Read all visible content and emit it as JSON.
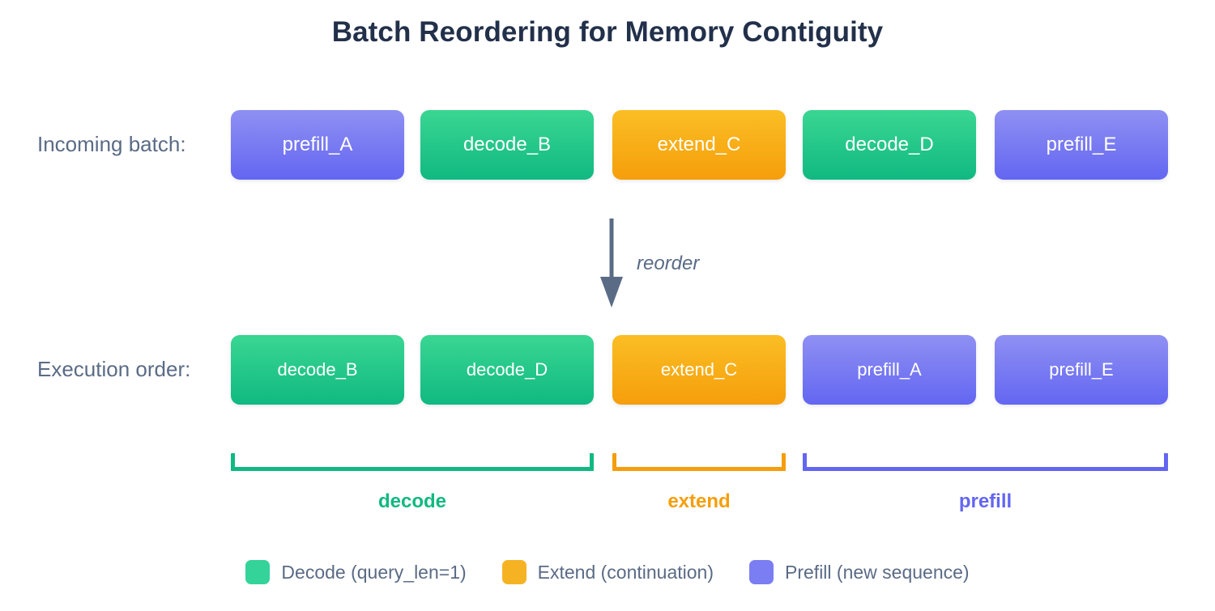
{
  "title": "Batch Reordering for Memory Contiguity",
  "colors": {
    "decode": "#10b981",
    "decode_light": "#3ad693",
    "extend": "#f59e0b",
    "extend_light": "#fbbe24",
    "prefill": "#6366f1",
    "prefill_light": "#8f90f3",
    "label_text": "#5a6b86",
    "title_text": "#22304a",
    "arrow": "#5a6b86",
    "background": "#ffffff"
  },
  "rows": {
    "incoming": {
      "label": "Incoming batch:",
      "boxes": [
        {
          "text": "prefill_A",
          "kind": "prefill"
        },
        {
          "text": "decode_B",
          "kind": "decode"
        },
        {
          "text": "extend_C",
          "kind": "extend"
        },
        {
          "text": "decode_D",
          "kind": "decode"
        },
        {
          "text": "prefill_E",
          "kind": "prefill"
        }
      ]
    },
    "execution": {
      "label": "Execution order:",
      "boxes": [
        {
          "text": "decode_B",
          "kind": "decode"
        },
        {
          "text": "decode_D",
          "kind": "decode"
        },
        {
          "text": "extend_C",
          "kind": "extend"
        },
        {
          "text": "prefill_A",
          "kind": "prefill"
        },
        {
          "text": "prefill_E",
          "kind": "prefill"
        }
      ]
    }
  },
  "arrow": {
    "label": "reorder",
    "icon": "arrow-down-icon"
  },
  "groups": [
    {
      "label": "decode",
      "kind": "decode"
    },
    {
      "label": "extend",
      "kind": "extend"
    },
    {
      "label": "prefill",
      "kind": "prefill"
    }
  ],
  "legend": [
    {
      "label": "Decode (query_len=1)",
      "kind": "decode",
      "swatch": "#34d399"
    },
    {
      "label": "Extend (continuation)",
      "kind": "extend",
      "swatch": "#f5b324"
    },
    {
      "label": "Prefill (new sequence)",
      "kind": "prefill",
      "swatch": "#7b7df2"
    }
  ]
}
